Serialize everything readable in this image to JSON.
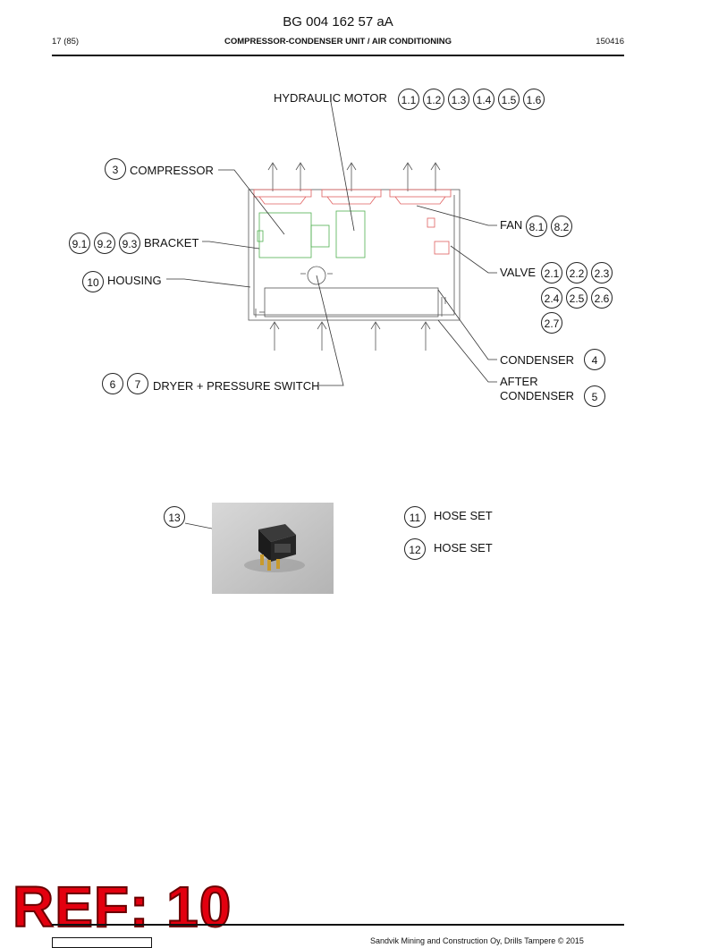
{
  "header": {
    "doc_number": "BG 004 162 57 aA",
    "page": "17 (85)",
    "section": "COMPRESSOR-CONDENSER UNIT / AIR CONDITIONING",
    "date": "150416"
  },
  "callouts": {
    "hydraulic_motor": {
      "label": "HYDRAULIC MOTOR",
      "refs": [
        "1.1",
        "1.2",
        "1.3",
        "1.4",
        "1.5",
        "1.6"
      ]
    },
    "compressor": {
      "label": "COMPRESSOR",
      "refs": [
        "3"
      ]
    },
    "bracket": {
      "label": "BRACKET",
      "refs": [
        "9.1",
        "9.2",
        "9.3"
      ]
    },
    "housing": {
      "label": "HOUSING",
      "refs": [
        "10"
      ]
    },
    "fan": {
      "label": "FAN",
      "refs": [
        "8.1",
        "8.2"
      ]
    },
    "valve": {
      "label": "VALVE",
      "refs": [
        "2.1",
        "2.2",
        "2.3",
        "2.4",
        "2.5",
        "2.6",
        "2.7"
      ]
    },
    "condenser": {
      "label": "CONDENSER",
      "refs": [
        "4"
      ]
    },
    "after_condenser": {
      "label_line1": "AFTER",
      "label_line2": "CONDENSER",
      "refs": [
        "5"
      ]
    },
    "dryer": {
      "label": "DRYER + PRESSURE SWITCH",
      "refs": [
        "6",
        "7"
      ]
    }
  },
  "parts": {
    "relay": {
      "ref": "13"
    },
    "hose_set_11": {
      "ref": "11",
      "label": "HOSE SET"
    },
    "hose_set_12": {
      "ref": "12",
      "label": "HOSE SET"
    }
  },
  "stamp": "REF: 10",
  "footer": "Sandvik Mining and Construction Oy, Drills Tampere © 2015",
  "colors": {
    "stamp": "#e3000f",
    "fan_outline": "#e06060",
    "compressor_outline": "#50b050"
  }
}
